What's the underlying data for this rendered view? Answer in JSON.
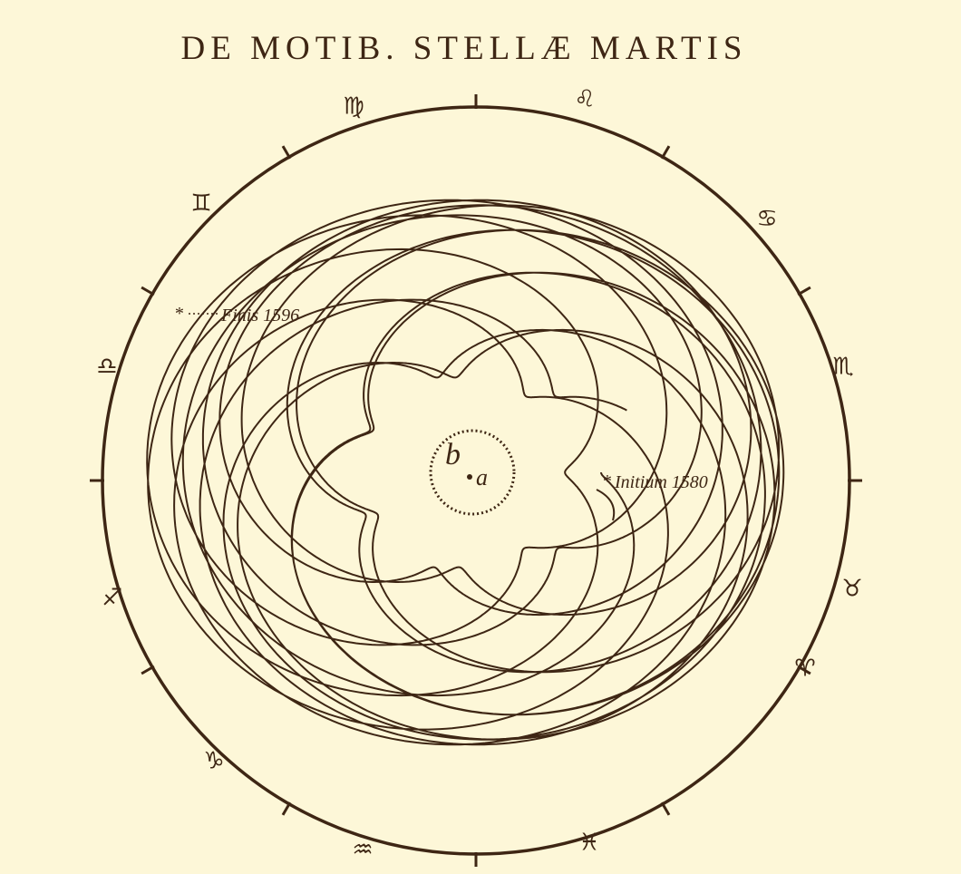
{
  "page": {
    "title": "DE MOTIB. STELLÆ MARTIS"
  },
  "diagram": {
    "zodiac_signs": [
      {
        "name": "Leo",
        "glyph": "♌"
      },
      {
        "name": "Virgo",
        "glyph": "♍"
      },
      {
        "name": "Gemini",
        "glyph": "♊"
      },
      {
        "name": "Cancer",
        "glyph": "♋"
      },
      {
        "name": "Libra",
        "glyph": "♎"
      },
      {
        "name": "Scorpio",
        "glyph": "♏"
      },
      {
        "name": "Taurus",
        "glyph": "♉"
      },
      {
        "name": "Sagittarius",
        "glyph": "♐"
      },
      {
        "name": "Aries",
        "glyph": "♈"
      },
      {
        "name": "Capricorn",
        "glyph": "♑"
      },
      {
        "name": "Pisces",
        "glyph": "♓"
      },
      {
        "name": "Aquarius",
        "glyph": "♒"
      }
    ],
    "annotations": {
      "end": "Finis 1596",
      "start": "Initium 1580"
    },
    "center_labels": {
      "b": "b",
      "a": "a"
    },
    "colors": {
      "ink": "#3e2614",
      "paper": "#fdf7d8"
    }
  }
}
